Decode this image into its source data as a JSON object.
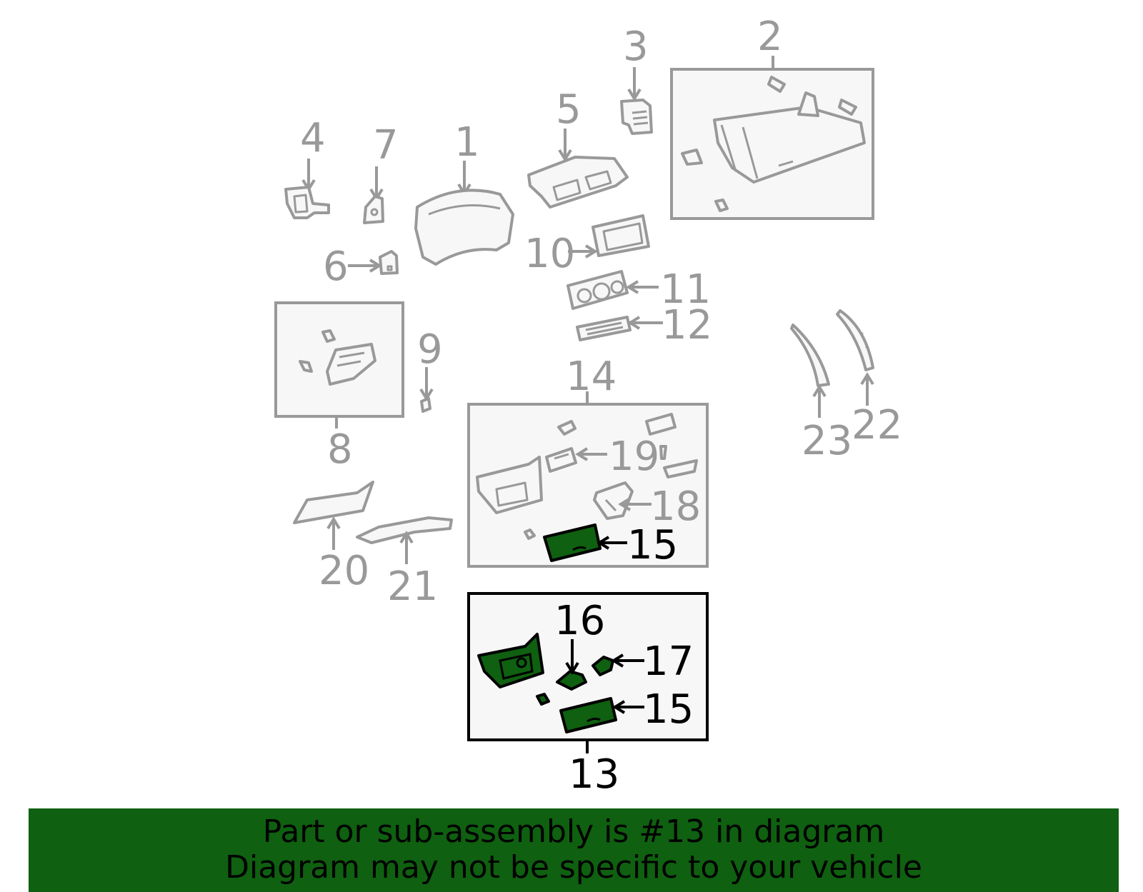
{
  "callouts": {
    "c1": "1",
    "c2": "2",
    "c3": "3",
    "c4": "4",
    "c5": "5",
    "c6": "6",
    "c7": "7",
    "c8": "8",
    "c9": "9",
    "c10": "10",
    "c11": "11",
    "c12": "12",
    "c13": "13",
    "c14": "14",
    "c15a": "15",
    "c15b": "15",
    "c16": "16",
    "c17": "17",
    "c18": "18",
    "c19": "19",
    "c20": "20",
    "c21": "21",
    "c22": "22",
    "c23": "23"
  },
  "banner": {
    "line1": "Part or sub-assembly is #13 in diagram",
    "line2": "Diagram may not be specific to your vehicle"
  },
  "colors": {
    "highlight": "#0f6010",
    "inactive": "#999999",
    "active": "#000000"
  }
}
